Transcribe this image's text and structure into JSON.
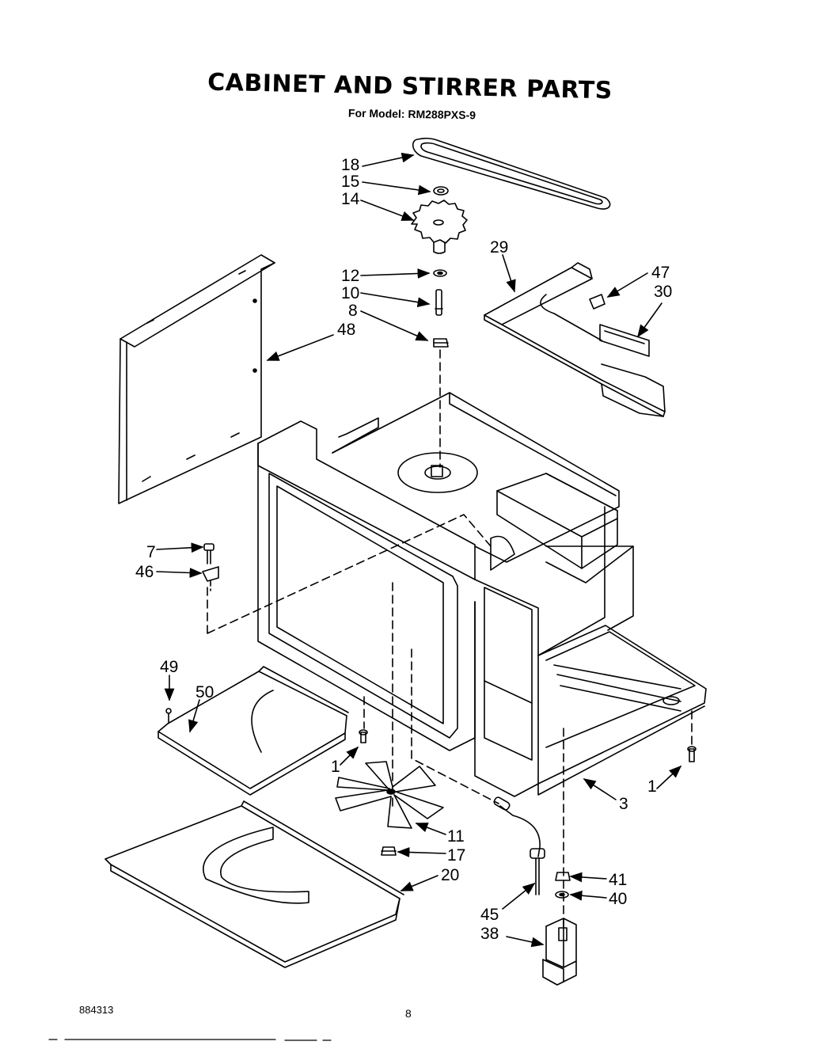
{
  "header": {
    "title": "CABINET AND STIRRER PARTS",
    "model_prefix": "For Model: ",
    "model": "RM288PXS-9"
  },
  "callouts": [
    "18",
    "15",
    "14",
    "12",
    "10",
    "8",
    "48",
    "29",
    "47",
    "30",
    "7",
    "46",
    "49",
    "50",
    "1",
    "1",
    "3",
    "11",
    "17",
    "20",
    "41",
    "40",
    "45",
    "38"
  ],
  "footer": {
    "code": "884313",
    "page": "8"
  }
}
